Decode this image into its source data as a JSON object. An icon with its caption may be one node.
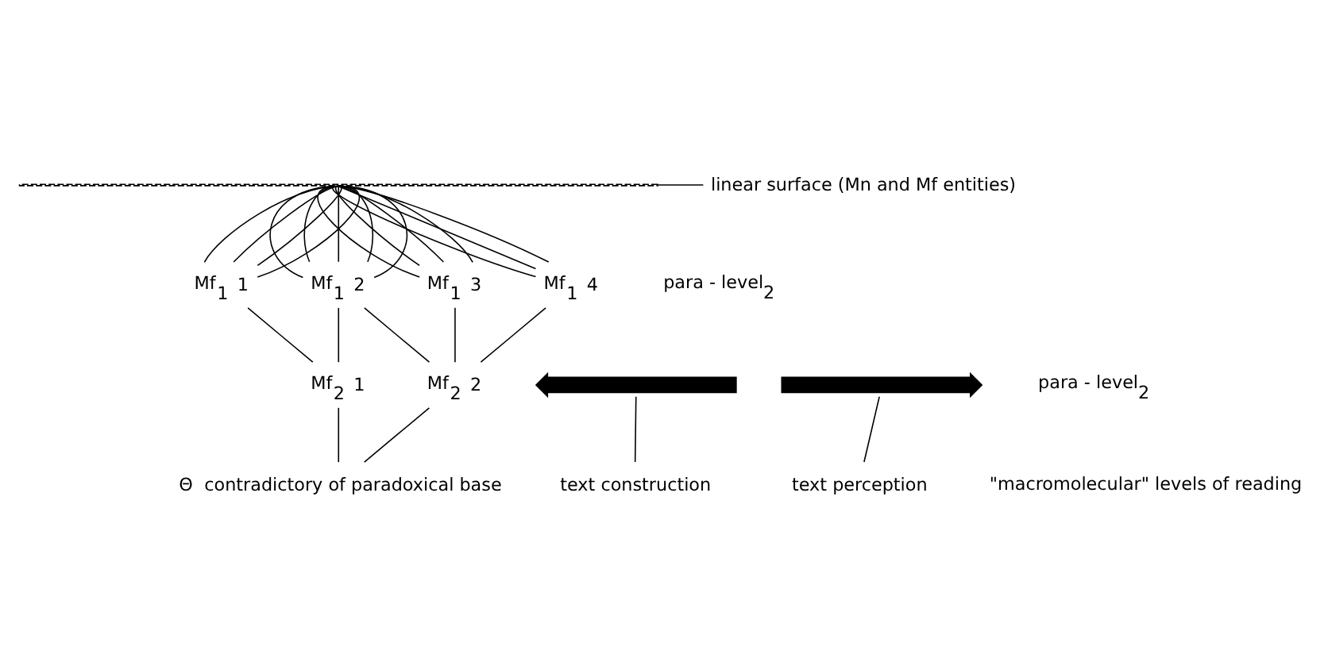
{
  "diagram": {
    "nodes": [
      {
        "text": [],
        "shape": "bar"
      },
      {
        "text": [
          "linear surface (Mn and Mf entities)"
        ]
      },
      {
        "text": [
          "Mf$_{1}$"
        ],
        "beside": [
          "1"
        ]
      },
      {
        "text": [
          "Mf$_{1}$"
        ],
        "beside": [
          "2"
        ]
      },
      {
        "text": [
          "Mf$_{1}$"
        ],
        "beside": [
          "3"
        ]
      },
      {
        "text": [
          "Mf$_{1}$"
        ],
        "beside": [
          "4"
        ]
      },
      {
        "text": [
          "Mf$_{2}$"
        ],
        "beside": [
          "1"
        ]
      },
      {
        "text": [
          "Mf$_{2}$"
        ],
        "beside": [
          "2"
        ]
      },
      {
        "text": [],
        "shape": "arrow"
      },
      {
        "text": [],
        "shape": "arrow"
      },
      {
        "text": [
          "Θ"
        ],
        "beside": [
          "contradictory of paradoxical base"
        ]
      },
      {
        "text": [
          "text construction"
        ]
      },
      {
        "text": [
          "text perception"
        ]
      }
    ],
    "edges": [
      {
        "from": 1,
        "to": 0,
        "arrow": "none"
      },
      {
        "from": 0,
        "to": 2,
        "arrow": "none"
      },
      {
        "from": 0,
        "to": 2,
        "arrow": "none"
      },
      {
        "from": 0,
        "to": 2,
        "arrow": "none"
      },
      {
        "from": 0,
        "to": 2,
        "arrow": "none"
      },
      {
        "from": 0,
        "to": 3,
        "arrow": "none"
      },
      {
        "from": 0,
        "to": 3,
        "arrow": "none"
      },
      {
        "from": 0,
        "to": 3,
        "arrow": "none"
      },
      {
        "from": 0,
        "to": 3,
        "arrow": "none"
      },
      {
        "from": 0,
        "to": 3,
        "arrow": "none"
      },
      {
        "from": 0,
        "to": 4,
        "arrow": "none"
      },
      {
        "from": 0,
        "to": 4,
        "arrow": "none"
      },
      {
        "from": 0,
        "to": 4,
        "arrow": "none"
      },
      {
        "from": 0,
        "to": 4,
        "arrow": "none"
      },
      {
        "from": 0,
        "to": 5,
        "arrow": "none"
      },
      {
        "from": 0,
        "to": 5,
        "arrow": "none"
      },
      {
        "from": 0,
        "to": 5,
        "arrow": "none"
      },
      {
        "from": 2,
        "to": 6,
        "arrow": "none"
      },
      {
        "from": 3,
        "to": 6,
        "arrow": "none"
      },
      {
        "from": 3,
        "to": 7,
        "arrow": "none"
      },
      {
        "from": 4,
        "to": 7,
        "arrow": "none"
      },
      {
        "from": 5,
        "to": 7,
        "arrow": "none"
      },
      {
        "from": 6,
        "to": 10,
        "arrow": "none"
      },
      {
        "from": 7,
        "to": 10,
        "arrow": "none"
      },
      {
        "from": 11,
        "to": 8,
        "arrow": "none"
      },
      {
        "from": 12,
        "to": 9,
        "arrow": "none"
      }
    ],
    "labels": [
      "para - level$_{2}$",
      "para - level$_{2}$",
      "\"macromolecular\" levels of reading"
    ]
  }
}
